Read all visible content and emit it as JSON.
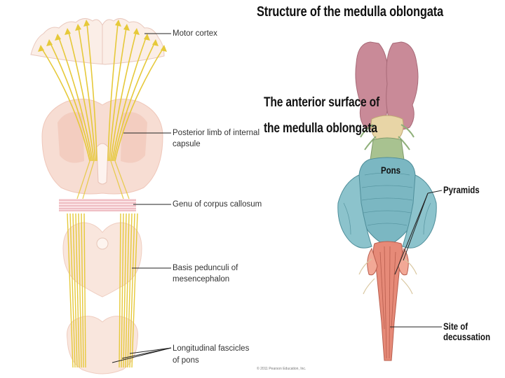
{
  "left_labels": {
    "motor_cortex": "Motor cortex",
    "internal_capsule_1": "Posterior limb of internal",
    "internal_capsule_2": "capsule",
    "corpus_callosum": "Genu of corpus callosum",
    "basis_1": "Basis pedunculi of",
    "basis_2": "mesencephalon",
    "fascicles_1": "Longitudinal fascicles",
    "fascicles_2": "of pons"
  },
  "right": {
    "title": "Structure of the medulla oblongata",
    "subtitle_1": "The anterior surface of",
    "subtitle_2": "the medulla oblongata",
    "pons": "Pons",
    "pyramids": "Pyramids",
    "decussation": "Site of decussation",
    "copyright": "© 2011 Pearson Education, Inc."
  },
  "colors": {
    "tract": "#e6c93a",
    "tissue": "#f4d6cc",
    "pons_blue": "#7bb7c2",
    "medulla_red": "#e68a78",
    "brain_pink": "#c98a98",
    "callosum": "#e8a3ab"
  }
}
